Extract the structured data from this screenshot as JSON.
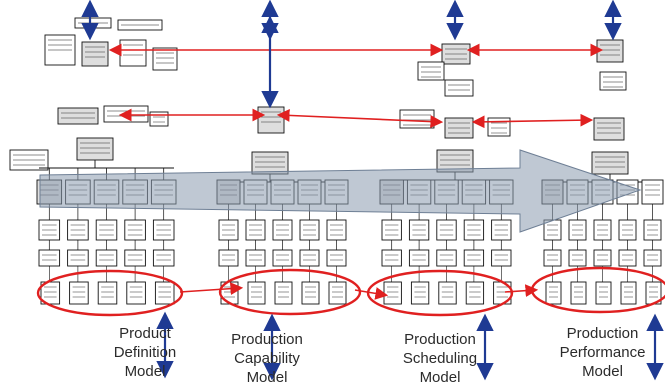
{
  "colors": {
    "relation_arrow": "#e02020",
    "model_arrow": "#1f3a93",
    "highlight_ellipse": "#e02020",
    "flow_arrow": "#8a9aae",
    "box_border": "#111111",
    "box_fill_dark": "#dedede",
    "box_fill_light": "#ffffff"
  },
  "models": [
    {
      "line1": "Product",
      "line2": "Definition",
      "line3": "Model"
    },
    {
      "line1": "Production",
      "line2": "Capability",
      "line3": "Model"
    },
    {
      "line1": "Production",
      "line2": "Scheduling",
      "line3": "Model"
    },
    {
      "line1": "Production",
      "line2": "Performance",
      "line3": "Model"
    }
  ],
  "icons": {
    "flow": "large-gray-flow-arrow",
    "link": "red-double-headed-arrow",
    "external": "blue-double-headed-arrow",
    "focus": "red-highlight-ellipse"
  }
}
